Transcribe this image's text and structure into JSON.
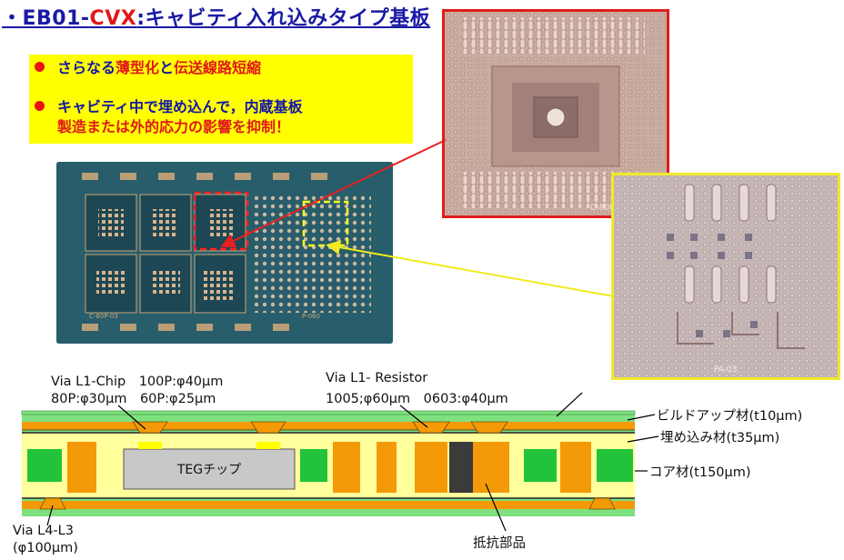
{
  "title": {
    "prefix": "・EB01-",
    "highlight": "CVX",
    "suffix": ":キャビティ入れ込みタイプ基板"
  },
  "callout": {
    "line1": {
      "a": "さらなる",
      "b": "薄型化",
      "c": "と",
      "d": "伝送線路短縮"
    },
    "line2": "キャビティ中で埋め込んで，内蔵基板",
    "line3": {
      "a": "製造または",
      "b": "外的応力",
      "c": "の影響を抑制！"
    }
  },
  "photos": {
    "zoom1_label": "C-80P",
    "zoom2_label": "PA-03",
    "board_mark1": "C-80P-03",
    "board_mark2": "P-060"
  },
  "cross_section": {
    "via_chip_line1": "Via L1-Chip　100P:φ40μm",
    "via_chip_line2": "80P:φ30μm　60P:φ25μm",
    "via_res_line1": "Via L1- Resistor",
    "via_res_line2": "1005;φ60μm　0603:φ40μm",
    "build_up": "ビルドアップ材(t10μm)",
    "embed": "埋め込み材(t35μm)",
    "core": "コア材(t150μm)",
    "teg": "TEGチップ",
    "via_l4_line1": "Via L4-L3",
    "via_l4_line2": "(φ100μm)",
    "resistor": "抵抗部品"
  },
  "colors": {
    "title_blue": "#1a1aa6",
    "accent_red": "#e01818",
    "callout_yellow": "#ffff00",
    "buildup_green": "#7fe07f",
    "core_green": "#22c33a",
    "copper_orange": "#f49a08",
    "embed_yellow": "#ffff9c",
    "chip_gray": "#c8c8c8",
    "resistor_dark": "#3b3b3b"
  }
}
